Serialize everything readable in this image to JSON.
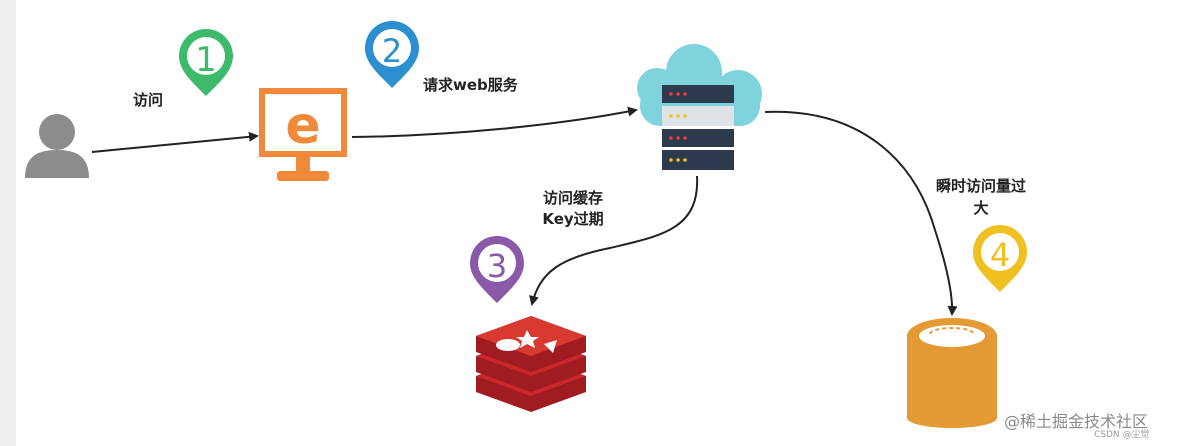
{
  "labels": {
    "visit": "访问",
    "request_web": "请求web服务",
    "cache_expired_line1": "访问缓存",
    "cache_expired_line2": "Key过期",
    "traffic_line1": "瞬时访问量过",
    "traffic_line2": "大"
  },
  "markers": [
    {
      "number": "1",
      "color": "#3dba6b"
    },
    {
      "number": "2",
      "color": "#2b8fd0"
    },
    {
      "number": "3",
      "color": "#8a5aa8"
    },
    {
      "number": "4",
      "color": "#f0c020"
    }
  ],
  "icons": {
    "user": "user-icon",
    "browser": "ie-browser-icon",
    "server": "cloud-server-icon",
    "cache": "redis-icon",
    "database": "database-icon"
  },
  "colors": {
    "user": "#8c8c8c",
    "browser": "#f08a3a",
    "cloud": "#7fd3dc",
    "server": "#2d3a4d",
    "redis": "#c8282b",
    "database": "#e49a35"
  },
  "watermark": {
    "main": "@稀土掘金技术社区",
    "sub": "CSDN @尘觉"
  }
}
